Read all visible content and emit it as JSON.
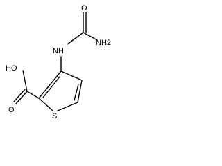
{
  "molecule": {
    "atoms": {
      "nh2": "NH2",
      "o_carbonyl_top": "O",
      "nh": "NH",
      "oh": "HO",
      "o_carbonyl_bottom": "O",
      "s": "S"
    }
  },
  "colors": {
    "background": "#ffffff",
    "ink": "#000000"
  }
}
